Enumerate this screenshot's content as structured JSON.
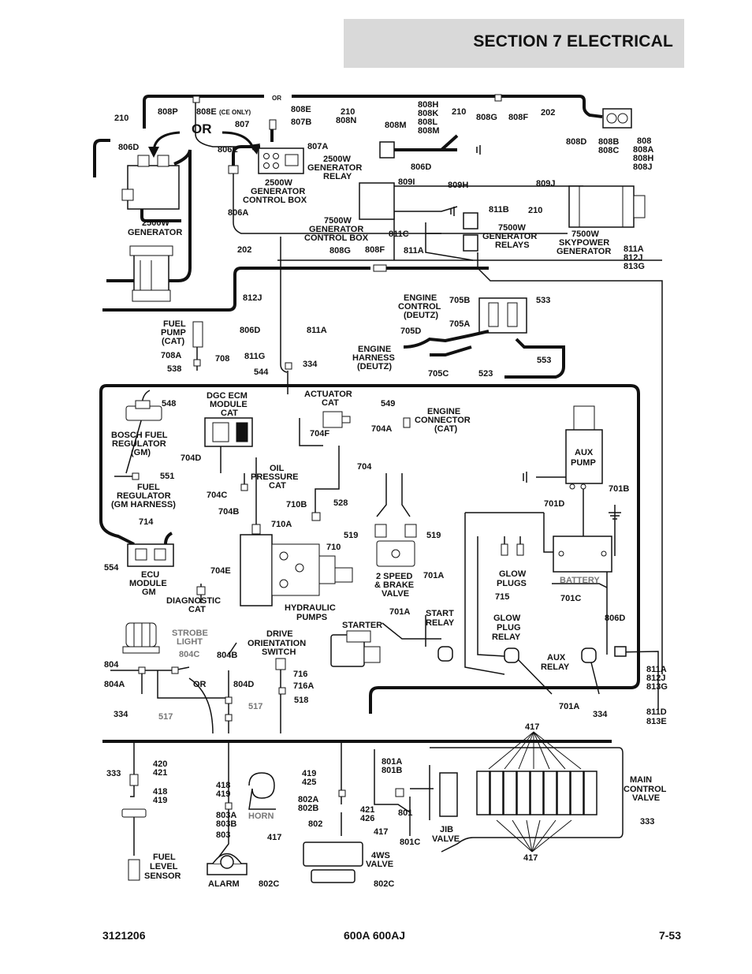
{
  "header": {
    "section": "SECTION 7   ELECTRICAL"
  },
  "footer": {
    "doc_number": "3121206",
    "model": "600A 600AJ",
    "page": "7-53"
  },
  "labels": {
    "l210a": "210",
    "l808P": "808P",
    "l808E": "808E",
    "l808E_ce": "(CE ONLY)",
    "lOR_small": "OR",
    "l808E2": "808E",
    "l807B": "807B",
    "l807": "807",
    "l210b": "210",
    "l808N": "808N",
    "l808H": "808H",
    "l808K": "808K",
    "l808L": "808L",
    "l808M": "808M",
    "l808M2": "808M",
    "l210c": "210",
    "l808G": "808G",
    "l808F": "808F",
    "l202a": "202",
    "l808D": "808D",
    "l808B": "808B",
    "l808C": "808C",
    "l808": "808",
    "l808A": "808A",
    "l808H2": "808H",
    "l808J": "808J",
    "lOR_big": "OR",
    "l806D": "806D",
    "l806E": "806E",
    "l807A": "807A",
    "l2500Wgen_relay1": "2500W",
    "l2500Wgen_relay2": "GENERATOR",
    "l2500Wgen_relay3": "RELAY",
    "l806D2": "806D",
    "l2500Wbox1": "2500W",
    "l2500Wbox2": "GENERATOR",
    "l2500Wbox3": "CONTROL BOX",
    "l809I": "809I",
    "l809H": "809H",
    "l809J": "809J",
    "l806A": "806A",
    "l2500Wgen1": "2500W",
    "l2500Wgen2": "GENERATOR",
    "l7500box1": "7500W",
    "l7500box2": "GENERATOR",
    "l7500box3": "CONTROL BOX",
    "l811B": "811B",
    "l210d": "210",
    "l7500rel1": "7500W",
    "l7500rel2": "GENERATOR",
    "l7500rel3": "RELAYS",
    "l811C": "811C",
    "l7500sky1": "7500W",
    "l7500sky2": "SKYPOWER",
    "l7500sky3": "GENERATOR",
    "l811A": "811A",
    "l812J": "812J",
    "l813G": "813G",
    "l808G2": "808G",
    "l808F2": "808F",
    "l811A2": "811A",
    "l202b": "202",
    "l812J2": "812J",
    "lEngCtl1": "ENGINE",
    "lEngCtl2": "CONTROL",
    "lEngCtl3": "(DEUTZ)",
    "l705B": "705B",
    "l533": "533",
    "lFuelPump1": "FUEL",
    "lFuelPump2": "PUMP",
    "lFuelPump3": "(CAT)",
    "l806D3": "806D",
    "l811A3": "811A",
    "l705D": "705D",
    "l705A": "705A",
    "lEngHar1": "ENGINE",
    "lEngHar2": "HARNESS",
    "lEngHar3": "(DEUTZ)",
    "l708A": "708A",
    "l708": "708",
    "l811G": "811G",
    "l538": "538",
    "l544": "544",
    "l334a": "334",
    "l705C": "705C",
    "l523": "523",
    "l553": "553",
    "lDgc1": "DGC ECM",
    "lDgc2": "MODULE",
    "lDgc3": "CAT",
    "lAct1": "ACTUATOR",
    "lAct2": "CAT",
    "l548": "548",
    "l549": "549",
    "lEngCon1": "ENGINE",
    "lEngCon2": "CONNECTOR",
    "lEngCon3": "(CAT)",
    "l704A": "704A",
    "l704F": "704F",
    "lBosch1": "BOSCH FUEL",
    "lBosch2": "REGULATOR",
    "lBosch3": "(GM)",
    "l704D": "704D",
    "lOil1": "OIL",
    "lOil2": "PRESSURE",
    "lOil3": "CAT",
    "l704": "704",
    "l551": "551",
    "lFuelReg1": "FUEL",
    "lFuelReg2": "REGULATOR",
    "lFuelReg3": "(GM HARNESS)",
    "l704C": "704C",
    "l710B": "710B",
    "l528": "528",
    "lAux1": "AUX",
    "lAux2": "PUMP",
    "l701D": "701D",
    "l701B": "701B",
    "l704B": "704B",
    "l714": "714",
    "l710A": "710A",
    "l519a": "519",
    "l519b": "519",
    "l710": "710",
    "l554": "554",
    "l704E": "704E",
    "lEcu1": "ECU",
    "lEcu2": "MODULE",
    "lEcu3": "GM",
    "l2spd1": "2 SPEED",
    "l2spd2": "& BRAKE",
    "l2spd3": "VALVE",
    "l701A": "701A",
    "lGlow1": "GLOW",
    "lGlow2": "PLUGS",
    "l715": "715",
    "lBattery": "BATTERY",
    "lDiag1": "DIAGNOSTIC",
    "lDiag2": "CAT",
    "lHyd1": "HYDRAULIC",
    "lHyd2": "PUMPS",
    "l701C": "701C",
    "l701A2": "701A",
    "lStartRel1": "START",
    "lStartRel2": "RELAY",
    "lStarter": "STARTER",
    "lGpr1": "GLOW",
    "lGpr2": "PLUG",
    "lGpr3": "RELAY",
    "l806D4": "806D",
    "lStrobe1": "STROBE",
    "lStrobe2": "LIGHT",
    "lDrive1": "DRIVE",
    "lDrive2": "ORIENTATION",
    "lDrive3": "SWITCH",
    "l804C": "804C",
    "l804B": "804B",
    "l804": "804",
    "l804A": "804A",
    "lOR3": "OR",
    "l804D": "804D",
    "l716": "716",
    "l716A": "716A",
    "l518": "518",
    "lAuxRel1": "AUX",
    "lAuxRel2": "RELAY",
    "l811A4": "811A",
    "l812J3": "812J",
    "l813G2": "813G",
    "l701A3": "701A",
    "l334b": "334",
    "l811D": "811D",
    "l813E": "813E",
    "l334c": "334",
    "l517a": "517",
    "l517b": "517",
    "l417a": "417",
    "l333a": "333",
    "l420": "420",
    "l421": "421",
    "l418": "418",
    "l419": "419",
    "l418b": "418",
    "l419b": "419",
    "l419c": "419",
    "l425": "425",
    "l801A": "801A",
    "l801B": "801B",
    "lMcv1": "MAIN",
    "lMcv2": "CONTROL",
    "lMcv3": "VALVE",
    "l803A": "803A",
    "l803B": "803B",
    "l803": "803",
    "lHorn": "HORN",
    "l802A": "802A",
    "l802B": "802B",
    "l802": "802",
    "l421b": "421",
    "l426": "426",
    "l801": "801",
    "l333b": "333",
    "l417b": "417",
    "l417c": "417",
    "l801C": "801C",
    "lJib1": "JIB",
    "lJib2": "VALVE",
    "l417d": "417",
    "l4ws1": "4WS",
    "l4ws2": "VALVE",
    "lFls1": "FUEL",
    "lFls2": "LEVEL",
    "lFls3": "SENSOR",
    "lAlarm": "ALARM",
    "l802C": "802C",
    "l802C2": "802C"
  }
}
